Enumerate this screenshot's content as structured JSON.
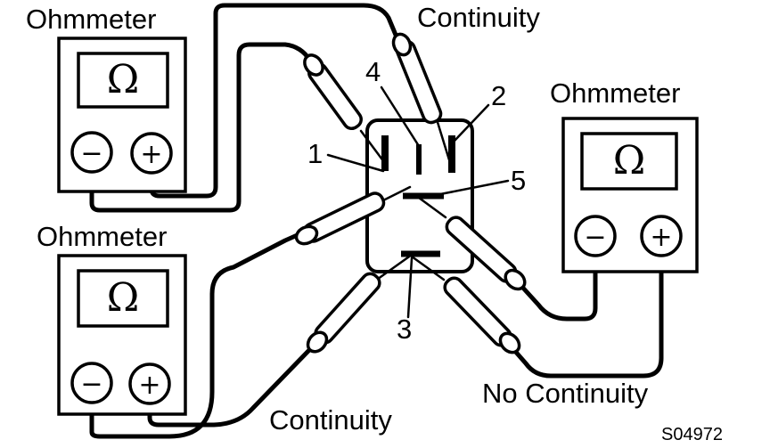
{
  "labels": {
    "top_left_meter": "Ohmmeter",
    "right_meter": "Ohmmeter",
    "bottom_left_meter": "Ohmmeter",
    "continuity_top": "Continuity",
    "continuity_bottom": "Continuity",
    "no_continuity": "No Continuity",
    "figure_code": "S04972"
  },
  "meter": {
    "symbol": "Ω",
    "minus": "−",
    "plus": "+"
  },
  "terminals": [
    "1",
    "2",
    "3",
    "4",
    "5"
  ]
}
